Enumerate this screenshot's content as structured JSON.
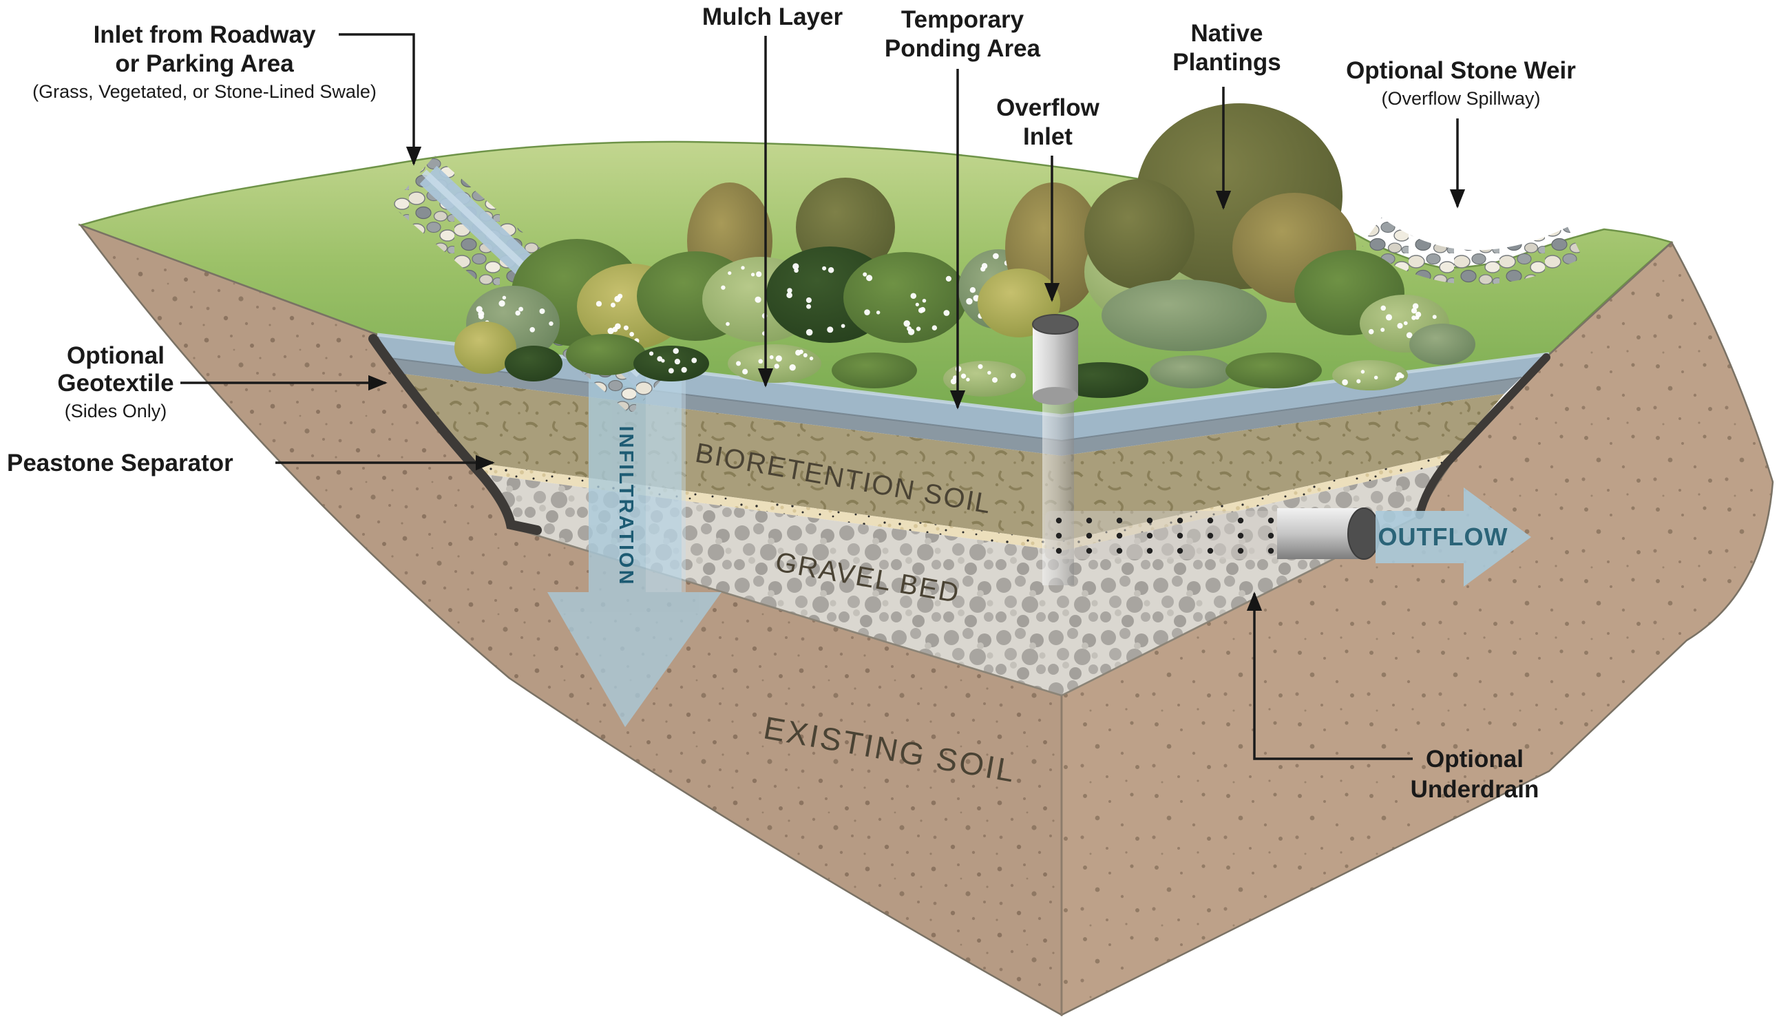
{
  "diagram": {
    "callouts": {
      "inlet": {
        "line1": "Inlet from Roadway",
        "line2": "or Parking Area",
        "line3": "(Grass, Vegetated, or Stone-Lined Swale)"
      },
      "mulch_layer": {
        "line1": "Mulch Layer"
      },
      "temporary_ponding": {
        "line1": "Temporary",
        "line2": "Ponding Area"
      },
      "overflow_inlet": {
        "line1": "Overflow",
        "line2": "Inlet"
      },
      "native_plantings": {
        "line1": "Native",
        "line2": "Plantings"
      },
      "stone_weir": {
        "line1": "Optional Stone Weir",
        "line2": "(Overflow Spillway)"
      },
      "geotextile": {
        "line1": "Optional",
        "line2": "Geotextile",
        "line3": "(Sides Only)"
      },
      "peastone_separator": {
        "line1": "Peastone Separator"
      },
      "underdrain": {
        "line1": "Optional",
        "line2": "Underdrain"
      }
    },
    "layer_labels": {
      "bioretention_soil": "BIORETENTION SOIL",
      "gravel_bed": "GRAVEL BED",
      "existing_soil": "EXISTING SOIL"
    },
    "flow_labels": {
      "infiltration": "INFILTRATION",
      "outflow": "OUTFLOW"
    },
    "colors": {
      "label": "#1a1a1a",
      "layerlabel": "#4a4334",
      "grass": "#8fb95e",
      "water": "#9fb7c8",
      "flowarrow": "#a9cadb",
      "flowtext": "#1d5b73",
      "outflowtext": "#2b6478",
      "soil": "#b69b84",
      "bioretention": "#a99e7b",
      "peastone": "#ecdfbc",
      "gravel": "#dad7d0",
      "geotex": "#3d3a37"
    }
  }
}
